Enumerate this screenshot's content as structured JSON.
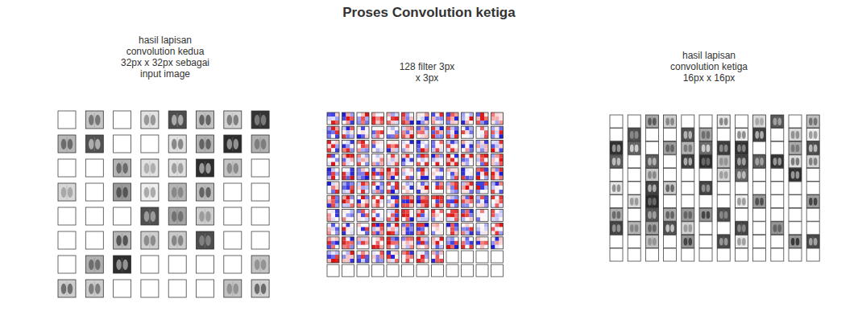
{
  "diagram": {
    "title": "Proses Convolution ketiga",
    "nodes": [
      {
        "text": [
          "hasil lapisan convolution kedua 32px x 32px sebagai input image"
        ]
      },
      {
        "text": [
          "128 filter 3px x 3px"
        ]
      },
      {
        "text": [
          "hasil lapisan convolution ketiga 16px x 16px"
        ]
      }
    ]
  }
}
